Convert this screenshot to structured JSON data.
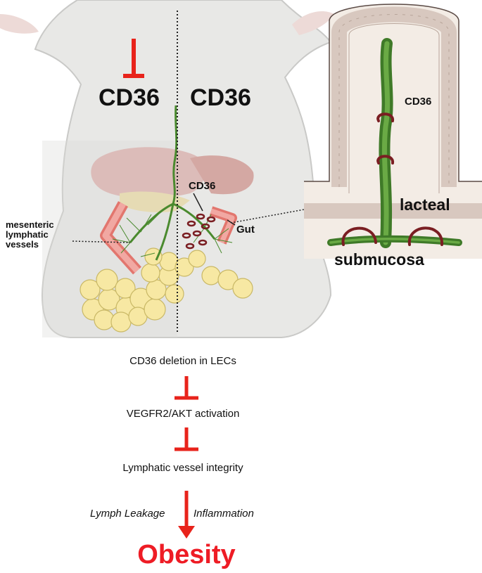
{
  "illustration": {
    "left_label": "CD36",
    "right_label": "CD36",
    "lymph_label": "mesenteric\nlymphatic\nvessels",
    "gut_cd36_label": "CD36",
    "gut_label": "Gut",
    "villus_cd36_label": "CD36",
    "lacteal_label": "lacteal",
    "submucosa_label": "submucosa"
  },
  "flow": {
    "step1": "CD36 deletion in LECs",
    "step2": "VEGFR2/AKT activation",
    "step3": "Lymphatic vessel integrity",
    "left_effect": "Lymph Leakage",
    "right_effect": "Inflammation",
    "outcome": "Obesity"
  },
  "colors": {
    "inhibit": "#e8231b",
    "outcome": "#ee1c25",
    "lymphatic": "#4a8a2e",
    "cd36_receptor": "#7a1e22"
  }
}
